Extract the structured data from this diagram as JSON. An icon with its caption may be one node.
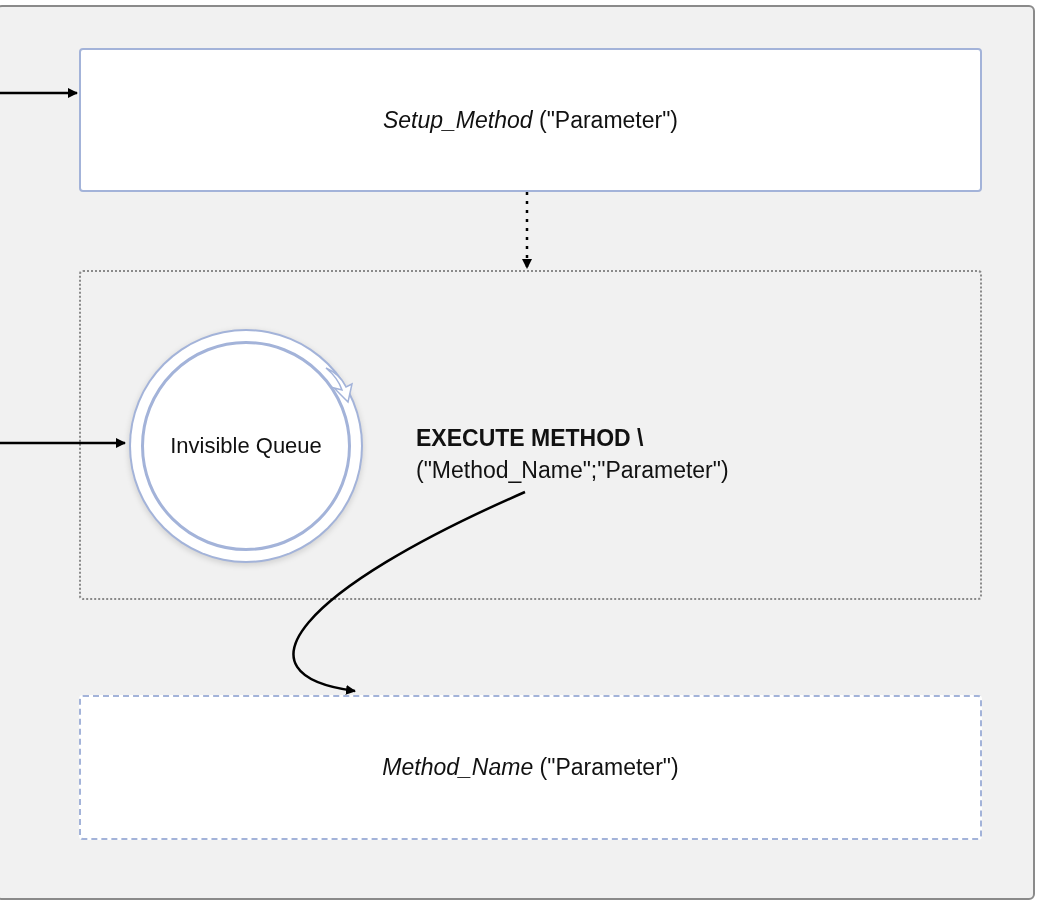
{
  "diagram": {
    "nodes": [
      {
        "text": [],
        "shape": "box"
      },
      {
        "text": [
          "*Setup_Method* (\"Parameter\")"
        ],
        "in": 0
      },
      {
        "text": [],
        "shape": "box",
        "in": 0
      },
      {
        "text": [
          "Invisible Queue"
        ],
        "in": 2
      },
      {
        "text": [
          "**EXECUTE METHOD \\** (\"Method_Name\";\"Parameter\")"
        ],
        "in": 2
      },
      {
        "text": [
          "*Method_Name* (\"Parameter\")"
        ],
        "in": 0
      }
    ],
    "edges": [
      {
        "from": null,
        "to": 1,
        "arrow": "to"
      },
      {
        "from": 1,
        "to": 2,
        "arrow": "to",
        "style": "dashed"
      },
      {
        "from": null,
        "to": 3,
        "arrow": "to"
      },
      {
        "from": 4,
        "to": 5,
        "arrow": "to"
      }
    ]
  }
}
